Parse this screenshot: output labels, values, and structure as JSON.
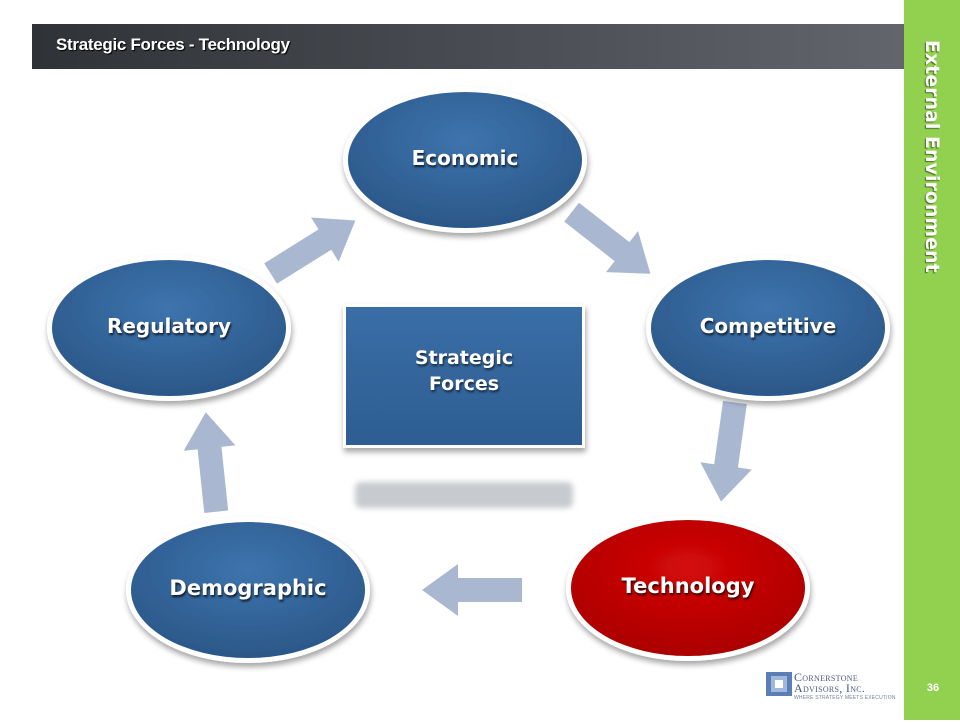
{
  "slide": {
    "title": "Strategic Forces - Technology",
    "section": "External Environment",
    "page_number": "36"
  },
  "diagram": {
    "center": {
      "line1": "Strategic",
      "line2": "Forces",
      "color": "#336699"
    },
    "nodes": [
      {
        "id": "economic",
        "label": "Economic",
        "color": "#346398"
      },
      {
        "id": "competitive",
        "label": "Competitive",
        "color": "#346398"
      },
      {
        "id": "technology",
        "label": "Technology",
        "color": "#c00000",
        "highlighted": true
      },
      {
        "id": "demographic",
        "label": "Demographic",
        "color": "#346398"
      },
      {
        "id": "regulatory",
        "label": "Regulatory",
        "color": "#346398"
      }
    ],
    "arrow_color": "#a9b8d0",
    "accent_color": "#92d050"
  },
  "logo": {
    "name_line1": "Cornerstone",
    "name_line2": "Advisors, Inc.",
    "tagline": "WHERE STRATEGY MEETS EXECUTION"
  }
}
